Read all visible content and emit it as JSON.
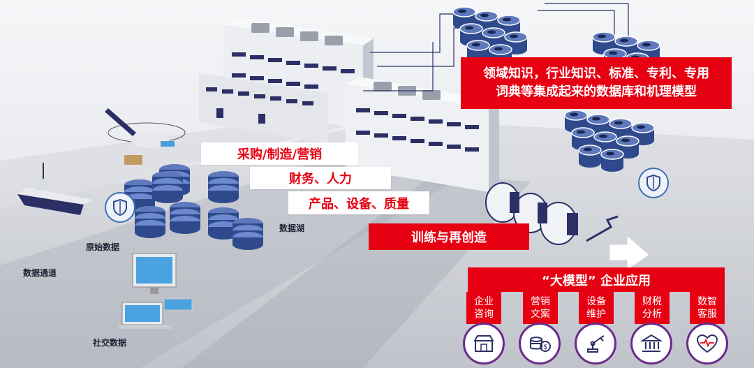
{
  "labels": {
    "data_channel": "数据通道",
    "raw_data": "原始数据",
    "social_data": "社交数据",
    "data_lake": "数据湖"
  },
  "banners": {
    "purchasing": "采购/制造/营销",
    "finance": "财务、人力",
    "product": "产品、设备、质量"
  },
  "knowledge_box": {
    "line1": "领域知识，行业知识、标准、专利、专用",
    "line2": "词典等集成起来的数据库和机理模型"
  },
  "training_label": "训练与再创造",
  "enterprise": {
    "title": "“大模型” 企业应用",
    "apps": [
      {
        "line1": "企业",
        "line2": "咨询",
        "icon": "storefront-icon"
      },
      {
        "line1": "营销",
        "line2": "文案",
        "icon": "coins-icon"
      },
      {
        "line1": "设备",
        "line2": "维护",
        "icon": "robot-arm-icon"
      },
      {
        "line1": "财税",
        "line2": "分析",
        "icon": "bank-icon"
      },
      {
        "line1": "数智",
        "line2": "客服",
        "icon": "heart-pulse-icon"
      }
    ]
  },
  "colors": {
    "accent_red": "#e60012",
    "circle_border": "#6a2b8a",
    "db_blue": "#2f4a8c"
  }
}
